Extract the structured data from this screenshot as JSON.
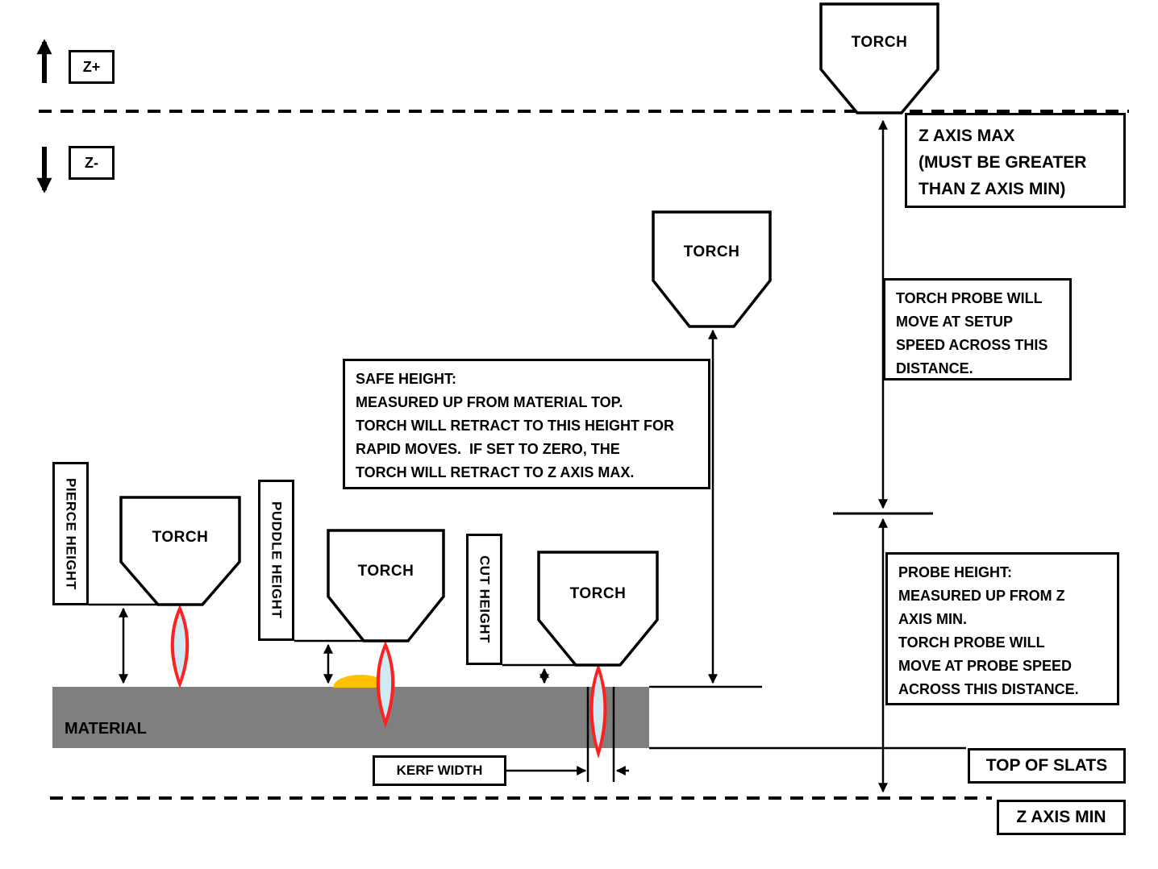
{
  "labels": {
    "z_plus": "Z+",
    "z_minus": "Z-",
    "torch": "TORCH",
    "material": "MATERIAL",
    "kerf_width": "KERF WIDTH",
    "top_of_slats": "TOP OF SLATS",
    "z_axis_min": "Z AXIS MIN",
    "pierce_height": "PIERCE HEIGHT",
    "puddle_height": "PUDDLE HEIGHT",
    "cut_height": "CUT HEIGHT"
  },
  "callouts": {
    "z_axis_max": "Z AXIS MAX\n(MUST BE GREATER\nTHAN Z AXIS MIN)",
    "safe_height": "SAFE HEIGHT:\nMEASURED UP FROM MATERIAL TOP.\nTORCH WILL RETRACT TO THIS HEIGHT FOR\nRAPID MOVES.  IF SET TO ZERO, THE\nTORCH WILL RETRACT TO Z AXIS MAX.",
    "torch_probe": "TORCH PROBE WILL\nMOVE AT SETUP\nSPEED ACROSS THIS\nDISTANCE.",
    "probe_height": "PROBE HEIGHT:\nMEASURED UP FROM Z\nAXIS MIN.\nTORCH PROBE WILL\nMOVE AT PROBE SPEED\nACROSS THIS DISTANCE."
  },
  "colors": {
    "line": "#000000",
    "material": "#7f7f7f",
    "puddle": "#ffc000",
    "flame_outer": "#ff2020",
    "flame_inner": "#cfeaf5",
    "background": "#ffffff"
  }
}
